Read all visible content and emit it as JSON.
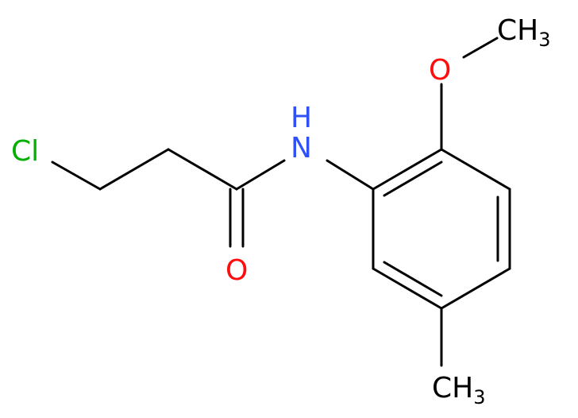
{
  "molecule": {
    "atoms": {
      "chlorine": {
        "text": "Cl",
        "color": "#00b000"
      },
      "nitrogen": {
        "text": "N",
        "color": "#3050f8"
      },
      "amine_h": {
        "text": "H",
        "color": "#3050f8"
      },
      "carbonyl_oxygen": {
        "text": "O",
        "color": "#ff0d0d"
      },
      "methoxy_oxygen": {
        "text": "O",
        "color": "#ff0d0d"
      },
      "methoxy_methyl": {
        "main": "CH",
        "sub": "3",
        "color": "#000000"
      },
      "ring_methyl": {
        "main": "CH",
        "sub": "3",
        "color": "#000000"
      }
    },
    "bond_color": "#000000"
  }
}
